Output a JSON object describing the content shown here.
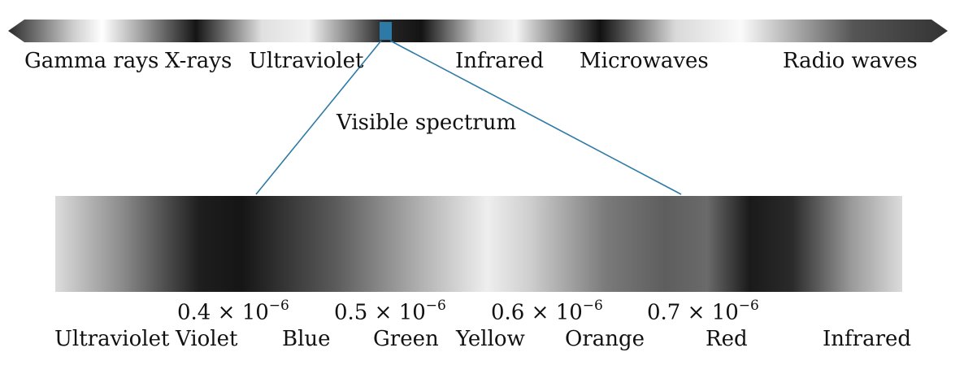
{
  "electromagnetic_spectrum": {
    "labels": [
      "Gamma rays",
      "X-rays",
      "Ultraviolet",
      "Infrared",
      "Microwaves",
      "Radio waves"
    ]
  },
  "visible_spectrum_label": "Visible spectrum",
  "wavelength_ticks": [
    {
      "mantissa": "0.4",
      "times": "×",
      "base": "10",
      "exponent": "−6"
    },
    {
      "mantissa": "0.5",
      "times": "×",
      "base": "10",
      "exponent": "−6"
    },
    {
      "mantissa": "0.6",
      "times": "×",
      "base": "10",
      "exponent": "−6"
    },
    {
      "mantissa": "0.7",
      "times": "×",
      "base": "10",
      "exponent": "−6"
    }
  ],
  "color_bands": [
    "Ultraviolet",
    "Violet",
    "Blue",
    "Green",
    "Yellow",
    "Orange",
    "Red",
    "Infrared"
  ],
  "colors": {
    "highlight_box": "#2e7aa6",
    "zoom_lines": "#2e7aa6",
    "bar_dark": "#1a1a1a",
    "bar_light": "#ececec"
  }
}
